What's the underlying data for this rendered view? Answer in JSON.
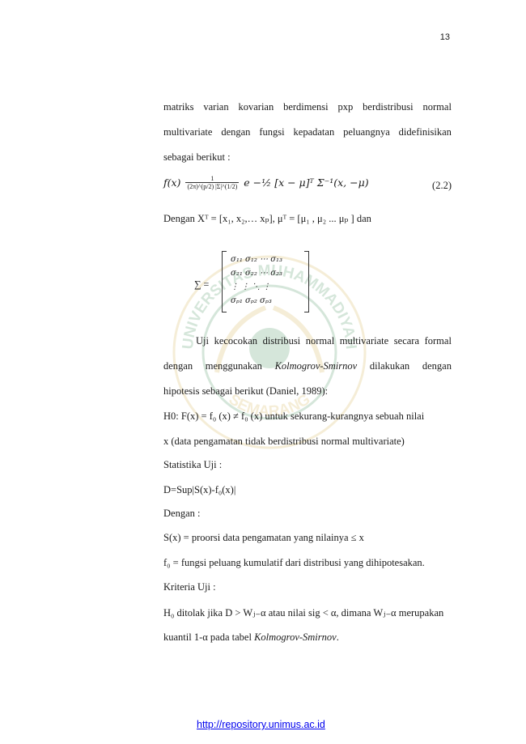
{
  "page_number": "13",
  "para1": {
    "line1_words": [
      "matriks",
      "varian",
      "kovarian",
      "berdimensi",
      "pxp",
      "berdistribusi",
      "normal"
    ],
    "line2_words": [
      "multivariate",
      "dengan",
      "fungsi",
      "kepadatan",
      "peluangnya",
      "didefinisikan"
    ],
    "line3": "sebagai berikut :"
  },
  "equation": {
    "lhs": "f(x)",
    "frac_num": "1",
    "frac_den": "(2π)^(p/2) |Σ|^(1/2)",
    "body": "e −½ [x − μ]ᵀ Σ⁻¹(x, −μ)",
    "number": "(2.2)"
  },
  "dengan_line": "Dengan Xᵀ = [x₁, x₂,… xₚ], μᵀ = [μ₁ , μ₂ ... μₚ ] dan",
  "matrix": {
    "label": "∑ =",
    "rows": [
      "σ₁₁   σ₁₂ ⋯   σ₁₃",
      "σ₂₁   σ₂₂ ⋯   σ₂₃",
      "⋮          ⋮ ⋱        ⋮",
      "σₚ₁   σₚ₂        σₚ₃"
    ]
  },
  "para2": {
    "line1_words": [
      "Uji",
      "kecocokan",
      "distribusi",
      "normal",
      "multivariate",
      "secara",
      "formal"
    ],
    "line2_words": [
      "dengan",
      "menggunakan",
      "Kolmogrov-Smirnov",
      "dilakukan",
      "dengan"
    ],
    "line3": "hipotesis sebagai berikut (Daniel, 1989):",
    "h0_line": "H0: F(x) = f₀ (x) ≠  f₀ (x) untuk sekurang-kurangnya sebuah nilai",
    "h0_cont": "x (data pengamatan tidak berdistribusi normal multivariate)",
    "stat_title": "Statistika Uji :",
    "stat_formula": "D=Sup|S(x)-f₀(x)|",
    "dengan": "Dengan :",
    "sx_def": "S(x) = proorsi data pengamatan yang nilainya ≤ x",
    "f0_def": "f₀ = fungsi peluang kumulatif dari distribusi yang dihipotesakan.",
    "kriteria_title": "Kriteria Uji :",
    "kriteria_line1": "H₀ ditolak jika D > Wⱼ₋α atau nilai sig < α, dimana Wⱼ₋α merupakan",
    "kriteria_line2_pre": "kuantil 1-α pada tabel ",
    "kriteria_line2_it": "Kolmogrov-Smirnov",
    "kriteria_line2_post": "."
  },
  "watermark_text_top": "UNIVERSITAS MUHAMMADIYAH",
  "watermark_text_bottom": "SEMARANG",
  "footer_link": "http://repository.unimus.ac.id"
}
